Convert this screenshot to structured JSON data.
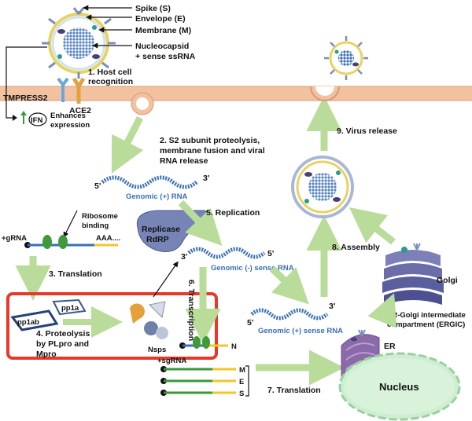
{
  "virion_labels": {
    "spike": "Spike (S)",
    "envelope": "Envelope (E)",
    "membrane": "Membrane (M)",
    "nucleocapsid_1": "Nucleocapsid",
    "nucleocapsid_2": "+ sense ssRNA"
  },
  "host": {
    "tmpress2": "TMPRESS2",
    "ace2": "ACE2",
    "ifn": "IFN",
    "enhances_1": "Enhances",
    "enhances_2": "expression"
  },
  "steps": {
    "s1_1": "1. Host cell",
    "s1_2": "recognition",
    "s2_1": "2. S2 subunit  proteolysis,",
    "s2_2": "membrane fusion and viral",
    "s2_3": "RNA release",
    "ribosome_1": "Ribosome",
    "ribosome_2": "binding",
    "s3": "3. Translation",
    "s4_1": "4. Proteolysis",
    "s4_2": "by PLpro and",
    "s4_3": "Mpro",
    "s5": "5. Replication",
    "s6": "6. Transcription",
    "s7": "7. Translation",
    "s8": "8. Assembly",
    "s9": "9. Virus release"
  },
  "rna": {
    "genomic_plus": "Genomic (+) RNA",
    "genomic_minus": "Genomic (-) sense RNA",
    "genomic_plus_sense": "Genomic (+) sense RNA",
    "five_prime": "5'",
    "three_prime": "3'",
    "grna": "+gRNA",
    "aaa": "AAA....",
    "sgrna": "+sgRNA",
    "n": "N",
    "m": "M",
    "e": "E",
    "s": "S"
  },
  "proteins": {
    "pp1a": "pp1a",
    "pp1ab": "pp1ab",
    "nsps": "Nsps",
    "replicase_1": "Replicase",
    "replicase_2": "RdRP"
  },
  "organelles": {
    "golgi": "Golgi",
    "ergic_1": "ER-Golgi intermediate",
    "ergic_2": "compartment (ERGIC)",
    "er": "ER",
    "nucleus": "Nucleus"
  },
  "colors": {
    "membrane": "#f2c2a0",
    "arrow": "#b9dc9a",
    "rna_blue": "#3a6fb5",
    "highlight_box": "#e53a2a",
    "golgi": "#5b5e9c",
    "nucleus": "#cdeed0"
  }
}
